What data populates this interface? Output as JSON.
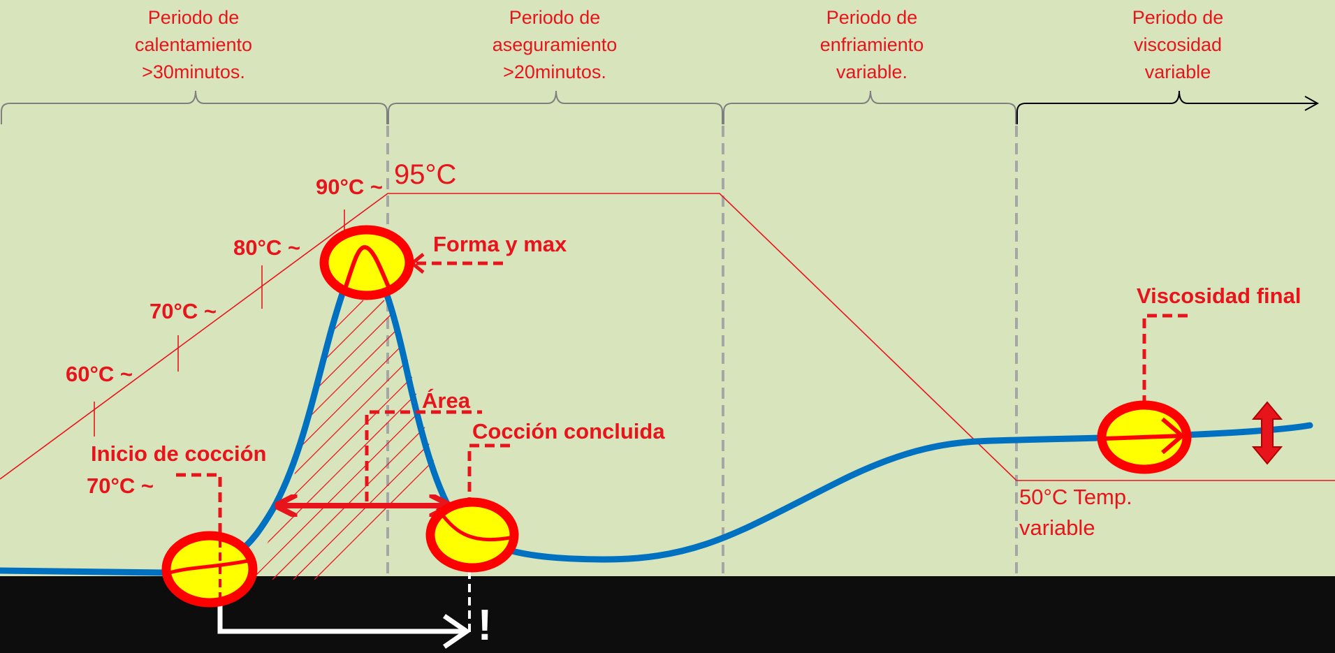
{
  "periods": [
    {
      "lines": [
        "Periodo de",
        "calentamiento",
        ">30minutos."
      ]
    },
    {
      "lines": [
        "Periodo de",
        "aseguramiento",
        ">20minutos."
      ]
    },
    {
      "lines": [
        "Periodo de",
        "enfriamiento",
        "variable."
      ]
    },
    {
      "lines": [
        "Periodo de",
        "viscosidad",
        "variable"
      ]
    }
  ],
  "temperature_marks": {
    "t60": "60°C ~",
    "t70": "70°C ~",
    "t80": "80°C ~",
    "t90": "90°C ~",
    "t95": "95°C",
    "t50_line1": "50°C Temp.",
    "t50_line2": "variable"
  },
  "annotations": {
    "peak": "Forma y max",
    "area": "Área",
    "cooking_done": "Cocción concluida",
    "final_viscosity": "Viscosidad final",
    "cooking_start_line1": "Inicio de cocción",
    "cooking_start_line2": "70°C ~",
    "alert_mark": "!"
  },
  "colors": {
    "background": "#d8e4bc",
    "bottom_band": "#0d0d0d",
    "curve": "#0070c0",
    "accent": "#e8141c",
    "marker_fill": "#ffff00",
    "divider": "#a6a6a6"
  }
}
